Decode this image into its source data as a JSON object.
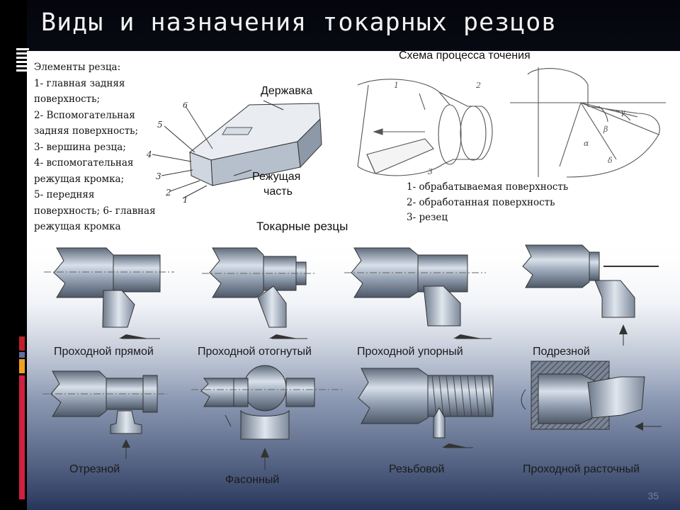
{
  "slide": {
    "title": "Виды и назначения токарных резцов",
    "page_number": "35"
  },
  "elements_legend": {
    "lines": [
      "Элементы резца:",
      "1- главная задняя",
      "поверхность;",
      "2- Вспомогательная",
      "задняя поверхность;",
      "3- вершина резца;",
      "4- вспомогательная",
      "режущая кромка;",
      "5- передняя",
      "поверхность; 6- главная",
      "режущая кромка"
    ]
  },
  "cutter_diagram": {
    "holder_label": "Державка",
    "cutting_part_label_1": "Режущая",
    "cutting_part_label_2": "часть",
    "numbers": [
      "1",
      "2",
      "3",
      "4",
      "5",
      "6"
    ]
  },
  "process_scheme": {
    "title": "Схема процесса точения",
    "legend": [
      "1- обрабатываемая поверхность",
      "2- обработанная поверхность",
      "3- резец"
    ],
    "angles": [
      "α",
      "β",
      "γ",
      "δ"
    ]
  },
  "tools_section": {
    "title": "Токарные резцы",
    "tools": [
      "Проходной прямой",
      "Проходной отогнутый",
      "Проходной упорный",
      "Подрезной",
      "Отрезной",
      "Фасонный",
      "Резьбовой",
      "Проходной расточный"
    ]
  },
  "colors": {
    "title_bg": "#05060c",
    "accent_orange": "#f0a020",
    "accent_red": "#c0202a",
    "metal": "#9aa7b8"
  }
}
